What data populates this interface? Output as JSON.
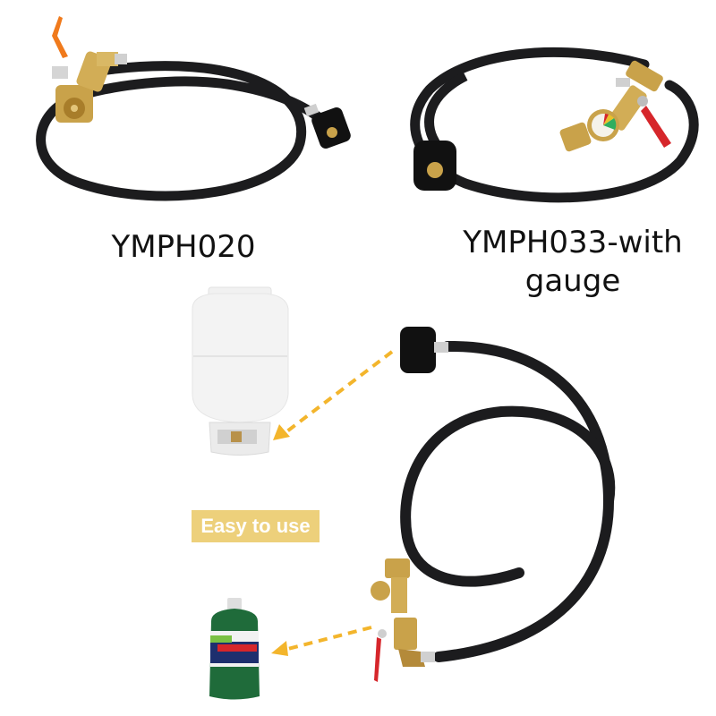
{
  "products": [
    {
      "model": "YMPH020",
      "image": "hose-with-orange-ball-valve"
    },
    {
      "model": "YMPH033-with gauge",
      "image": "hose-with-gauge-and-red-valve"
    }
  ],
  "usage": {
    "badge_label": "Easy to use",
    "large_tank": "white-refillable-propane-tank",
    "small_tank": "green-1lb-camping-gas-cylinder",
    "adapter": "refill-hose-with-valve"
  },
  "colors": {
    "arrow": "#f3b52c",
    "badge_bg": "#edd07b",
    "badge_text": "#ffffff",
    "hose": "#1c1c1e",
    "brass": "#c9a24a",
    "valve_red": "#d6262b",
    "valve_orange": "#f07a1c"
  }
}
